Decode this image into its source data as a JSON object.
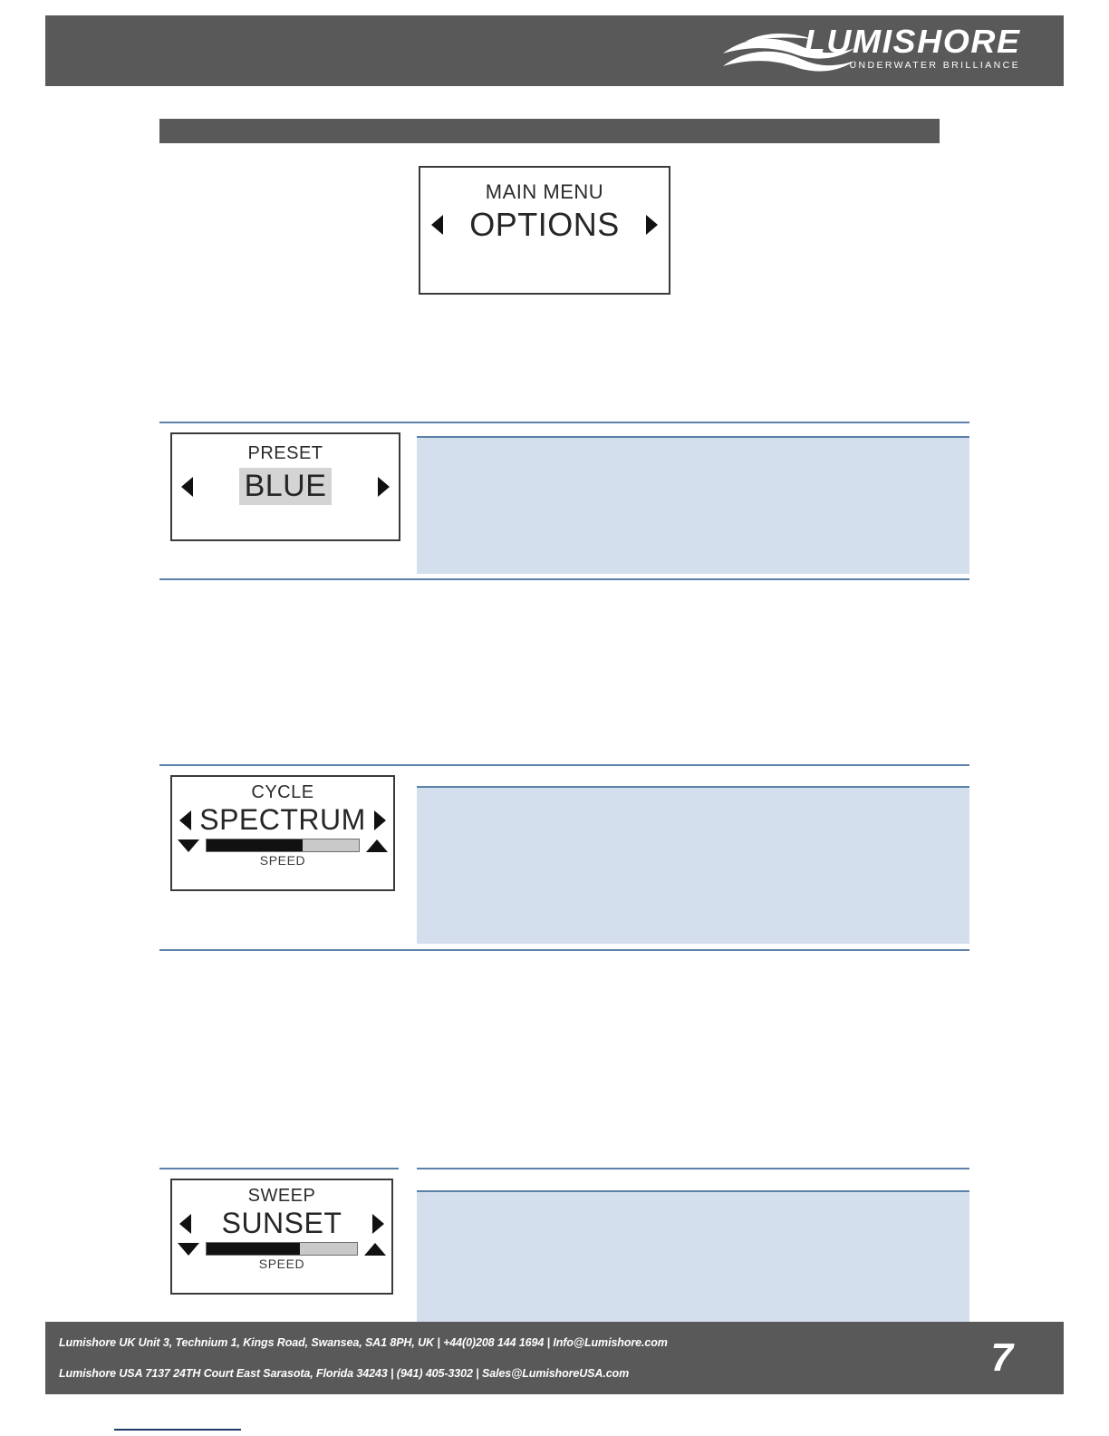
{
  "brand": {
    "name": "LUMISHORE",
    "tagline": "UNDERWATER BRILLIANCE"
  },
  "section": {
    "title": ""
  },
  "main_menu_display": {
    "title": "MAIN MENU",
    "value": "OPTIONS",
    "left_arrow": "left-arrow-icon",
    "right_arrow": "right-arrow-icon"
  },
  "rows": [
    {
      "id": "preset",
      "display": {
        "title": "PRESET",
        "value": "BLUE",
        "value_highlighted": true,
        "has_speed": false
      },
      "description": ""
    },
    {
      "id": "cycle",
      "display": {
        "title": "CYCLE",
        "value": "SPECTRUM",
        "value_highlighted": false,
        "has_speed": true,
        "speed_label": "SPEED",
        "speed_percent": 63
      },
      "description": ""
    },
    {
      "id": "sweep",
      "display": {
        "title": "SWEEP",
        "value": "SUNSET",
        "value_highlighted": false,
        "has_speed": true,
        "speed_label": "SPEED",
        "speed_percent": 62
      },
      "description": ""
    }
  ],
  "footer": {
    "line1": "Lumishore UK Unit 3, Technium 1, Kings Road, Swansea, SA1 8PH, UK | +44(0)208 144 1694 | Info@Lumishore.com",
    "line2": "Lumishore USA 7137 24TH Court East Sarasota, Florida 34243 | (941) 405-3302 | Sales@LumishoreUSA.com",
    "page_number": "7"
  },
  "colors": {
    "bar_gray": "#595959",
    "panel_blue": "#d4dfee",
    "rule_blue": "#5b81a8",
    "bottom_rule": "#1f3864"
  }
}
